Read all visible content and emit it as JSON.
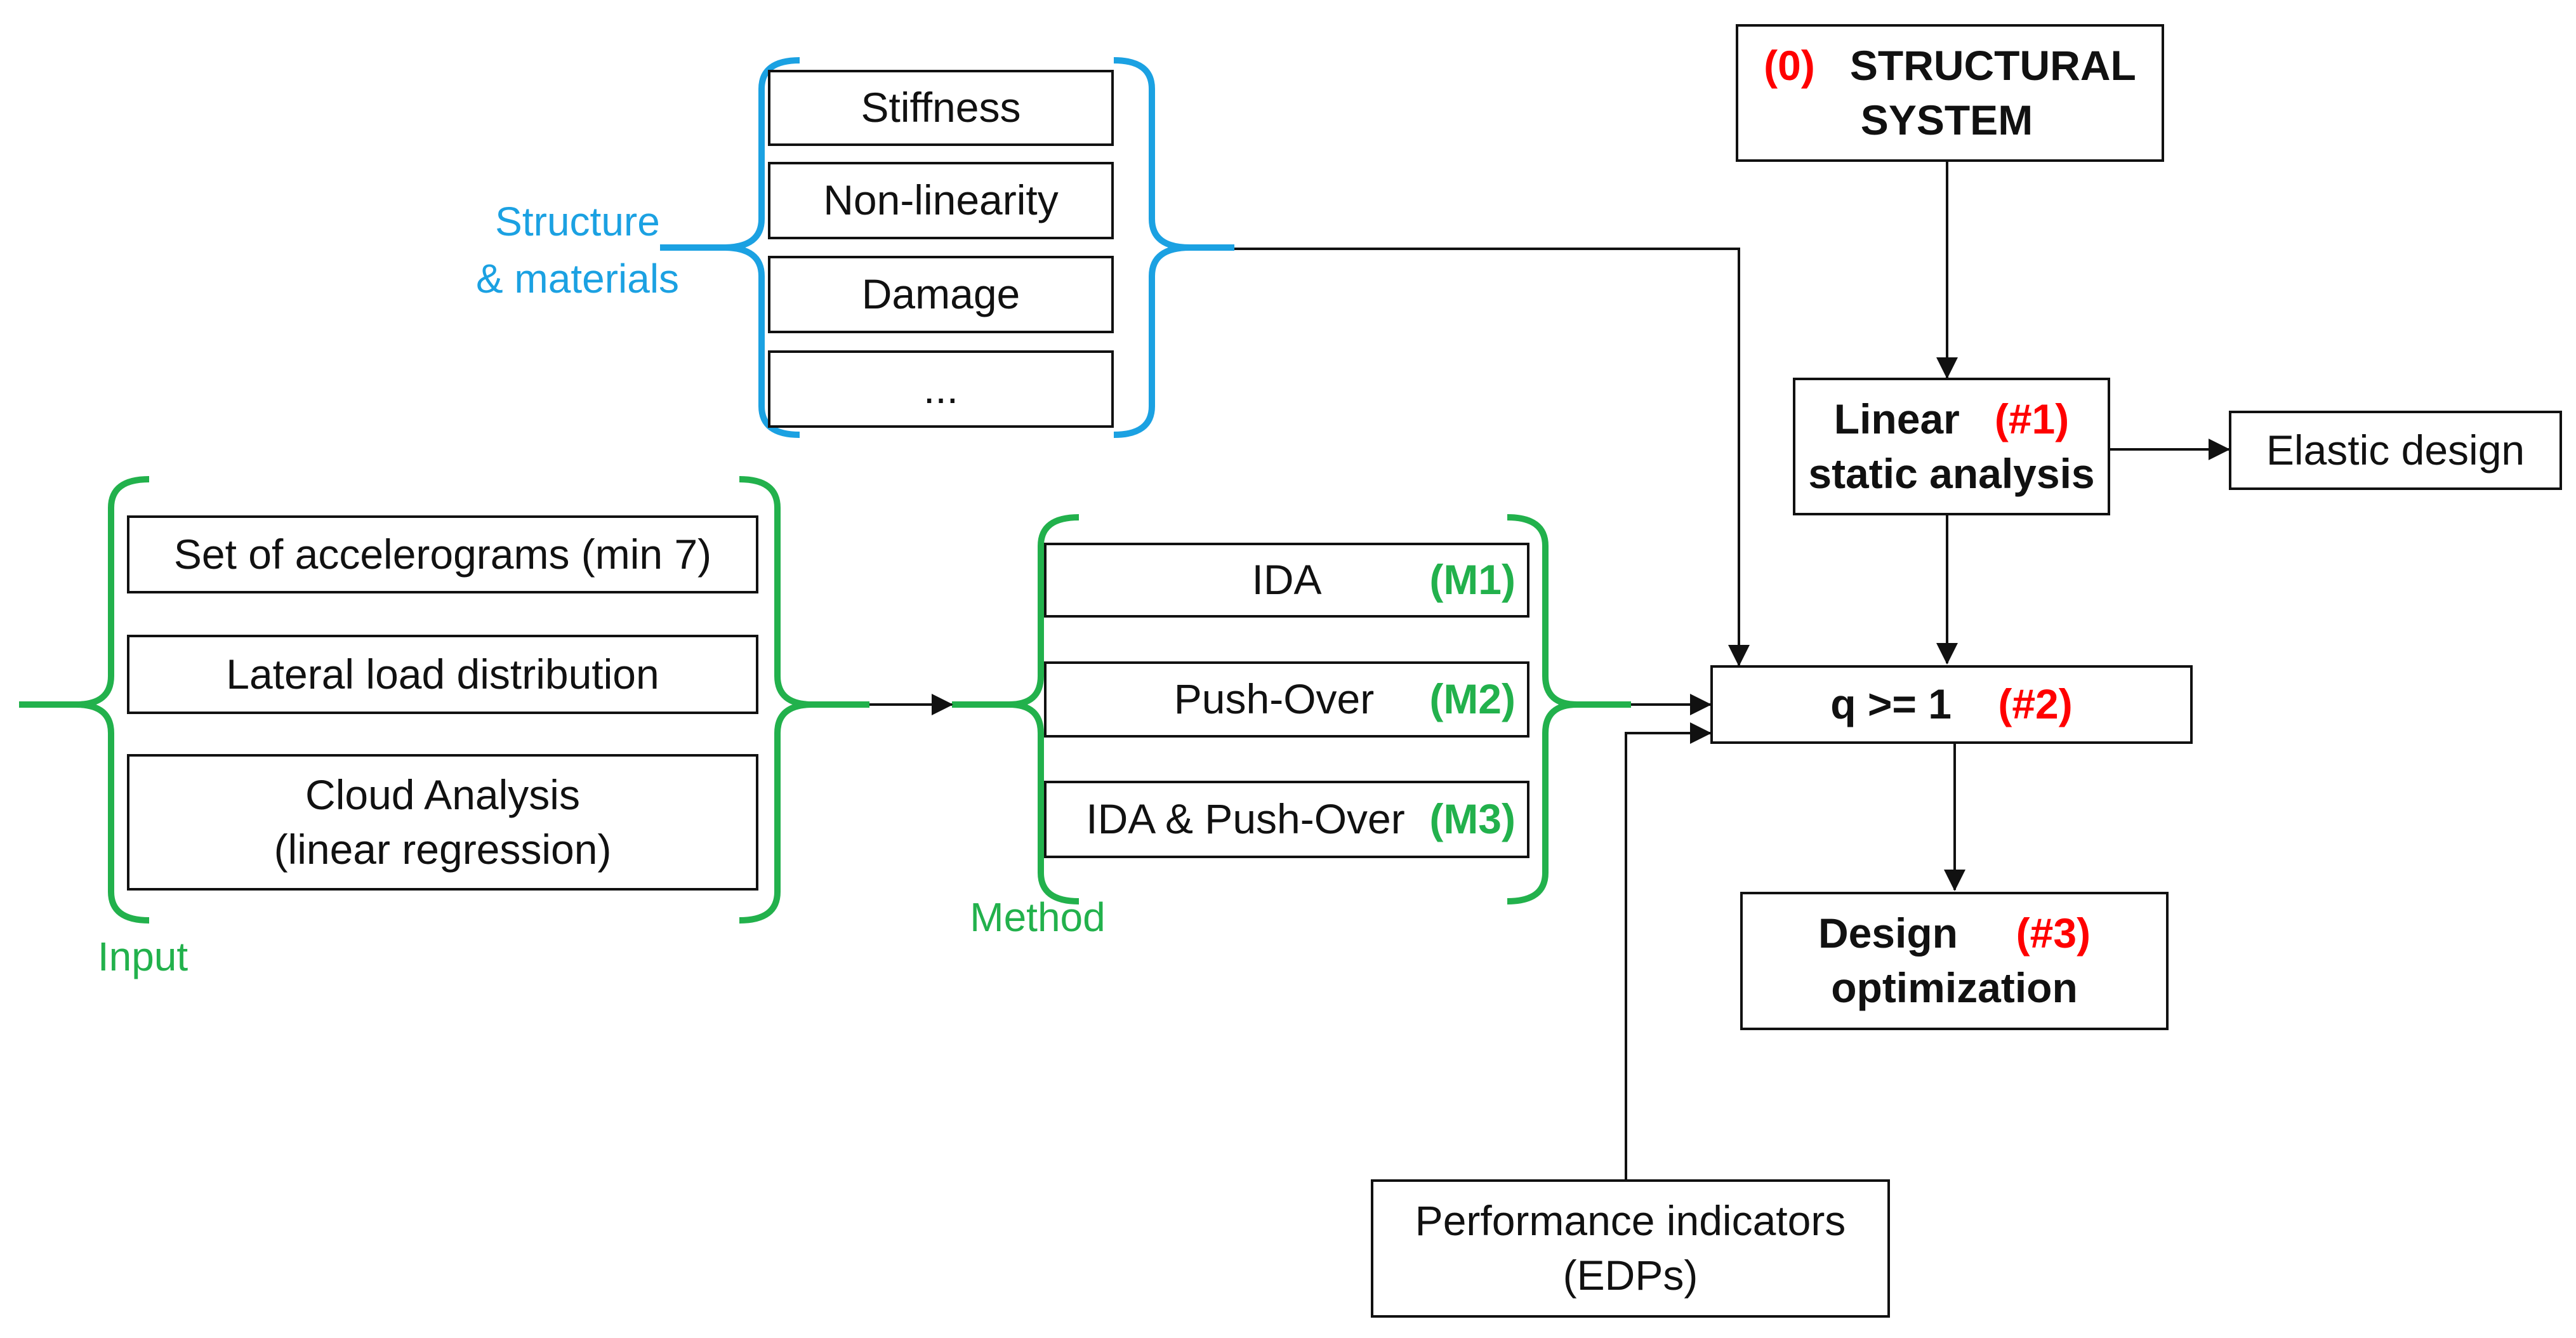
{
  "colors": {
    "structure_brace": "#1ba1e2",
    "input_brace": "#22b14c",
    "accent_red": "#ff0000",
    "line": "#111111"
  },
  "structure": {
    "label_line1": "Structure",
    "label_line2": "& materials",
    "items": [
      "Stiffness",
      "Non-linearity",
      "Damage",
      "..."
    ]
  },
  "input": {
    "label": "Input",
    "items": [
      {
        "line1": "Set of accelerograms (min 7)",
        "line2": ""
      },
      {
        "line1": "Lateral load distribution",
        "line2": ""
      },
      {
        "line1": "Cloud Analysis",
        "line2": "(linear regression)"
      }
    ]
  },
  "method": {
    "label": "Method",
    "items": [
      {
        "label": "IDA",
        "code": "(M1)"
      },
      {
        "label": "Push-Over",
        "code": "(M2)"
      },
      {
        "label": "IDA & Push-Over",
        "code": "(M3)"
      }
    ]
  },
  "structural_system": {
    "tag": "(0)",
    "line1": "STRUCTURAL",
    "line2": "SYSTEM"
  },
  "linear": {
    "line1": "Linear",
    "tag": "(#1)",
    "line2": "static analysis"
  },
  "elastic": {
    "label": "Elastic design"
  },
  "q": {
    "label": "q >= 1",
    "tag": "(#2)"
  },
  "design": {
    "line1": "Design",
    "tag": "(#3)",
    "line2": "optimization"
  },
  "performance": {
    "line1": "Performance indicators",
    "line2": "(EDPs)"
  }
}
